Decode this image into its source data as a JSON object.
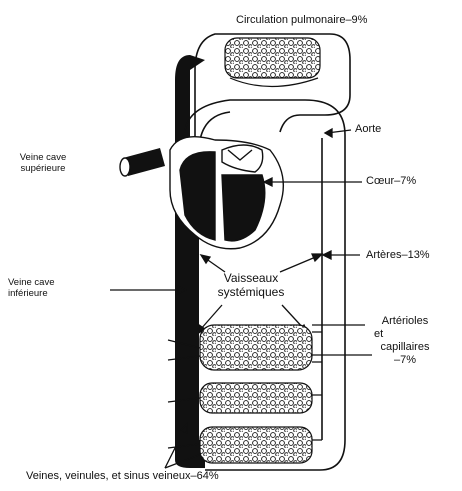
{
  "labels": {
    "pulmonary": "Circulation pulmonaire–9%",
    "aorta": "Aorte",
    "heart": "Cœur–7%",
    "arteries": "Artères–13%",
    "svc_line1": "Veine cave",
    "svc_line2": "supérieure",
    "ivc_line1": "Veine cave",
    "ivc_line2": "inférieure",
    "systemic_line1": "Vaisseaux",
    "systemic_line2": "systémiques",
    "arterioles_line1": "Artérioles",
    "arterioles_line2": "et",
    "arterioles_line3": "capillaires",
    "arterioles_line4": "–7%",
    "veins": "Veines, veinules, et sinus veineux–64%"
  },
  "colors": {
    "ink": "#111111",
    "paper": "#ffffff"
  }
}
